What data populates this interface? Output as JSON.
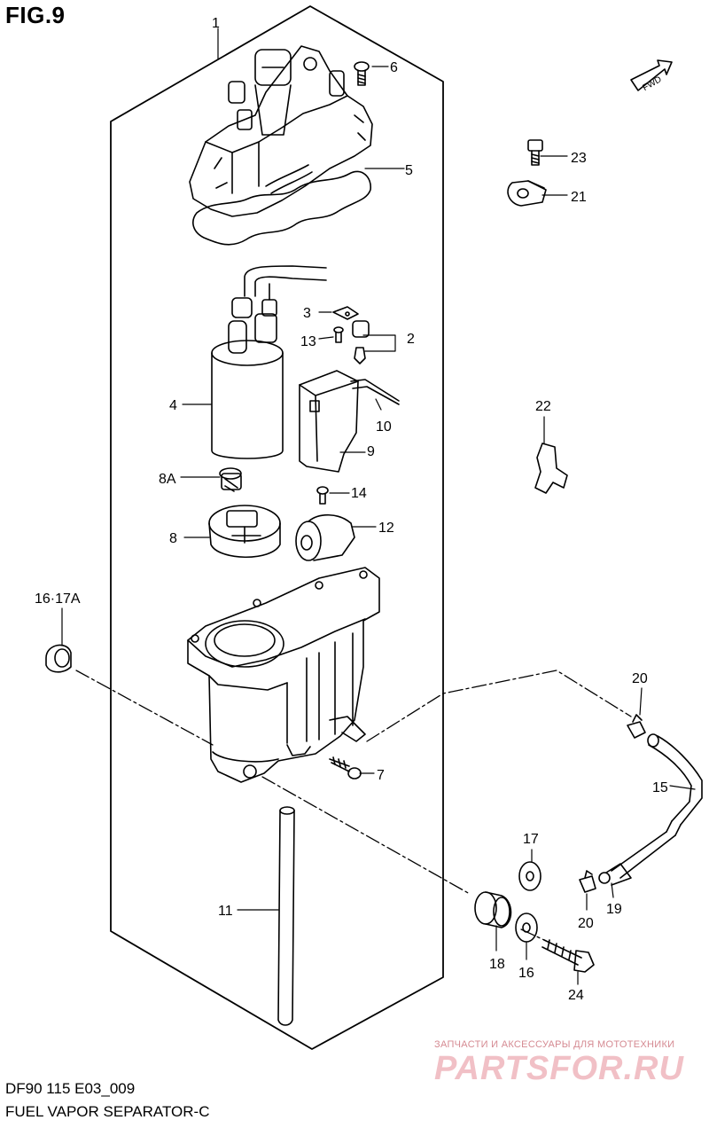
{
  "figure": {
    "title": "FIG.9",
    "code": "DF90 115 E03_009",
    "name": "FUEL VAPOR SEPARATOR-C",
    "fwd_label": "FWD"
  },
  "watermark": {
    "top_text": "ЗАПЧАСТИ И АКСЕССУАРЫ ДЛЯ МОТОТЕХНИКИ",
    "logo_text": "PARTSFOR.RU"
  },
  "callouts": [
    "1",
    "2",
    "3",
    "4",
    "5",
    "6",
    "7",
    "8",
    "8A",
    "9",
    "10",
    "11",
    "12",
    "13",
    "14",
    "15",
    "16",
    "16·17A",
    "17",
    "18",
    "19",
    "20",
    "20",
    "21",
    "22",
    "23",
    "24"
  ]
}
